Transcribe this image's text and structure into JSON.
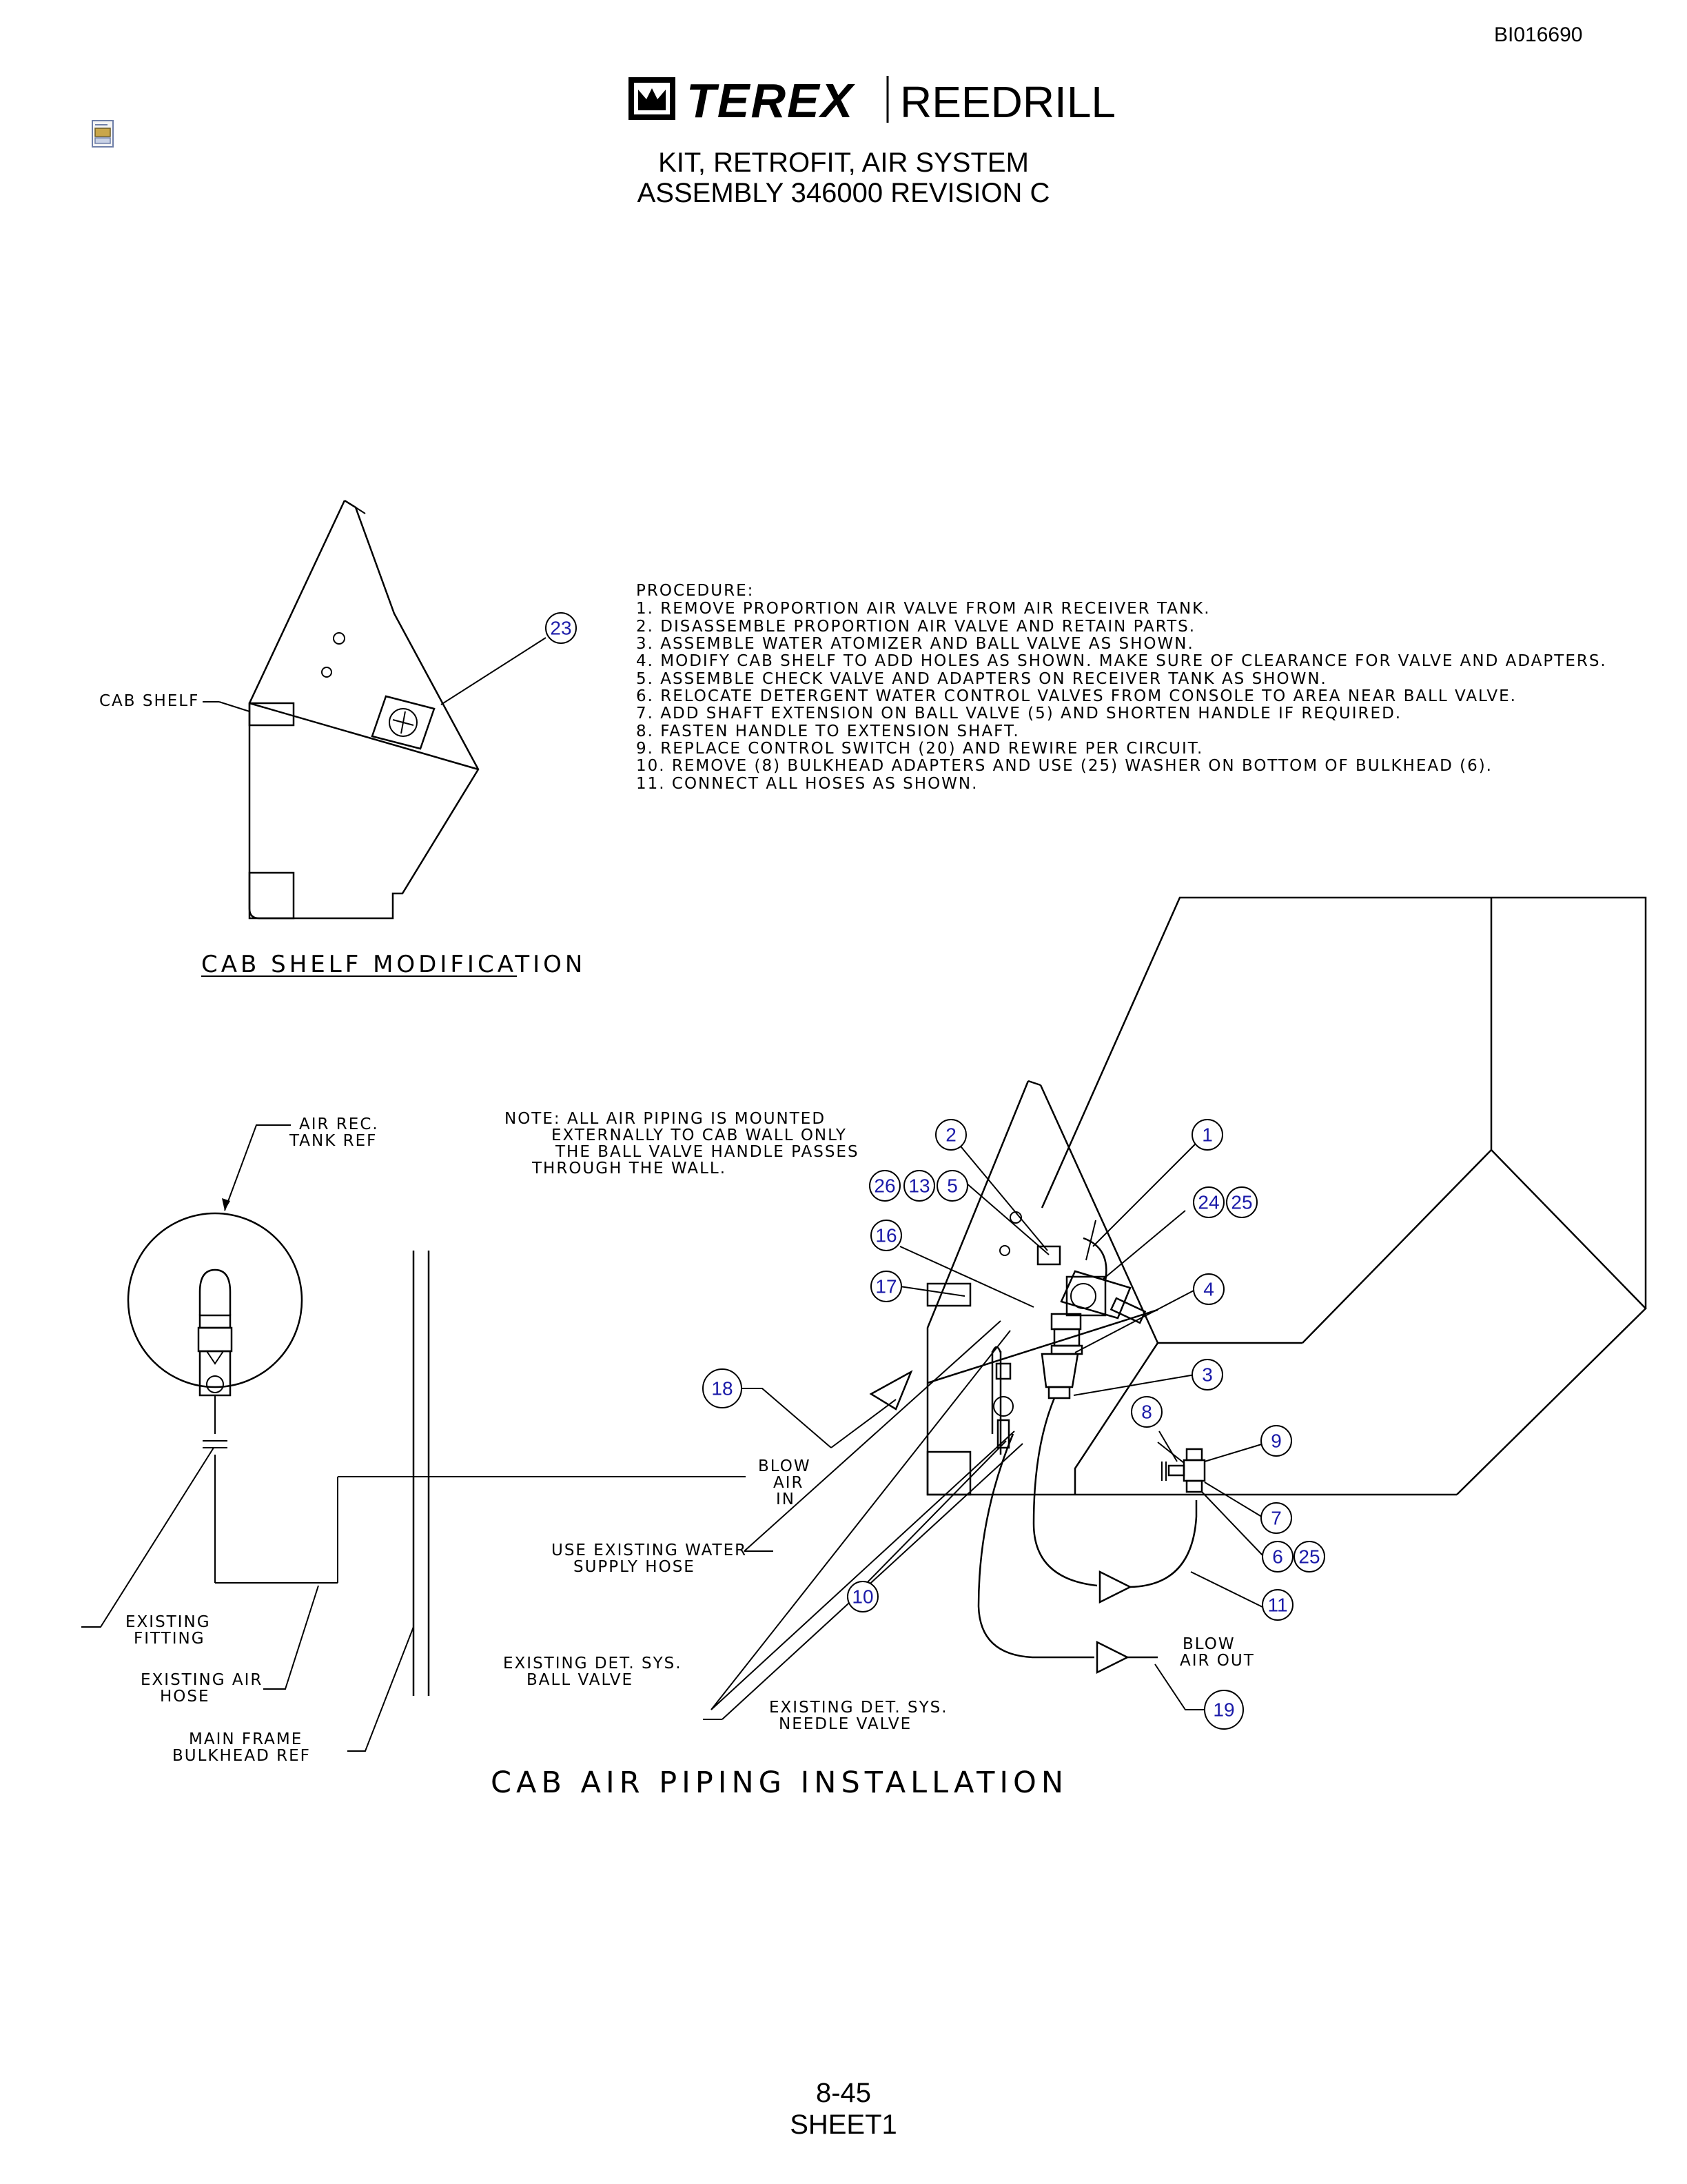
{
  "header": {
    "doc_id": "BI016690",
    "logo_brand": "TEREX",
    "logo_division": "REEDRILL",
    "title_line1": "KIT, RETROFIT, AIR SYSTEM",
    "title_line2": "ASSEMBLY 346000 REVISION C"
  },
  "procedure": {
    "heading": "PROCEDURE:",
    "steps": [
      "1. REMOVE PROPORTION AIR VALVE FROM AIR RECEIVER TANK.",
      "2. DISASSEMBLE PROPORTION AIR VALVE AND RETAIN PARTS.",
      "3. ASSEMBLE WATER ATOMIZER AND BALL VALVE AS SHOWN.",
      "4. MODIFY CAB SHELF TO ADD HOLES AS SHOWN. MAKE SURE OF CLEARANCE FOR VALVE AND ADAPTERS.",
      "5. ASSEMBLE CHECK VALVE AND ADAPTERS ON RECEIVER TANK AS SHOWN.",
      "6. RELOCATE DETERGENT WATER CONTROL VALVES FROM CONSOLE TO AREA NEAR BALL VALVE.",
      "7. ADD SHAFT EXTENSION ON BALL VALVE (5) AND SHORTEN HANDLE IF REQUIRED.",
      "8. FASTEN HANDLE TO EXTENSION SHAFT.",
      "9. REPLACE CONTROL SWITCH (20) AND REWIRE PER CIRCUIT.",
      "10. REMOVE (8) BULKHEAD ADAPTERS AND USE (25) WASHER ON BOTTOM OF BULKHEAD (6).",
      "11. CONNECT ALL HOSES AS SHOWN."
    ]
  },
  "shelf_view": {
    "title": "CAB SHELF MODIFICATION",
    "cab_shelf_label": "CAB SHELF",
    "balloon": "23"
  },
  "piping_view": {
    "title": "CAB AIR PIPING INSTALLATION",
    "note": [
      "NOTE: ALL AIR PIPING IS MOUNTED",
      "EXTERNALLY TO CAB WALL ONLY",
      "THE BALL VALVE HANDLE PASSES",
      "THROUGH THE WALL."
    ],
    "labels": {
      "air_rec_tank_1": "AIR REC.",
      "air_rec_tank_2": "TANK REF",
      "existing_fitting_1": "EXISTING",
      "existing_fitting_2": "FITTING",
      "existing_air_hose_1": "EXISTING AIR",
      "existing_air_hose_2": "HOSE",
      "main_frame_1": "MAIN FRAME",
      "main_frame_2": "BULKHEAD REF",
      "blow_air_in_1": "BLOW",
      "blow_air_in_2": "AIR",
      "blow_air_in_3": "IN",
      "water_supply_1": "USE EXISTING WATER",
      "water_supply_2": "SUPPLY HOSE",
      "det_ball_valve_1": "EXISTING DET. SYS.",
      "det_ball_valve_2": "BALL VALVE",
      "det_needle_valve_1": "EXISTING DET. SYS.",
      "det_needle_valve_2": "NEEDLE VALVE",
      "blow_air_out_1": "BLOW",
      "blow_air_out_2": "AIR OUT"
    },
    "balloons": [
      "2",
      "1",
      "26",
      "13",
      "5",
      "24",
      "25",
      "16",
      "4",
      "17",
      "18",
      "3",
      "8",
      "9",
      "7",
      "6",
      "25",
      "11",
      "10",
      "19"
    ]
  },
  "footer": {
    "page": "8-45",
    "sheet": "SHEET1"
  }
}
